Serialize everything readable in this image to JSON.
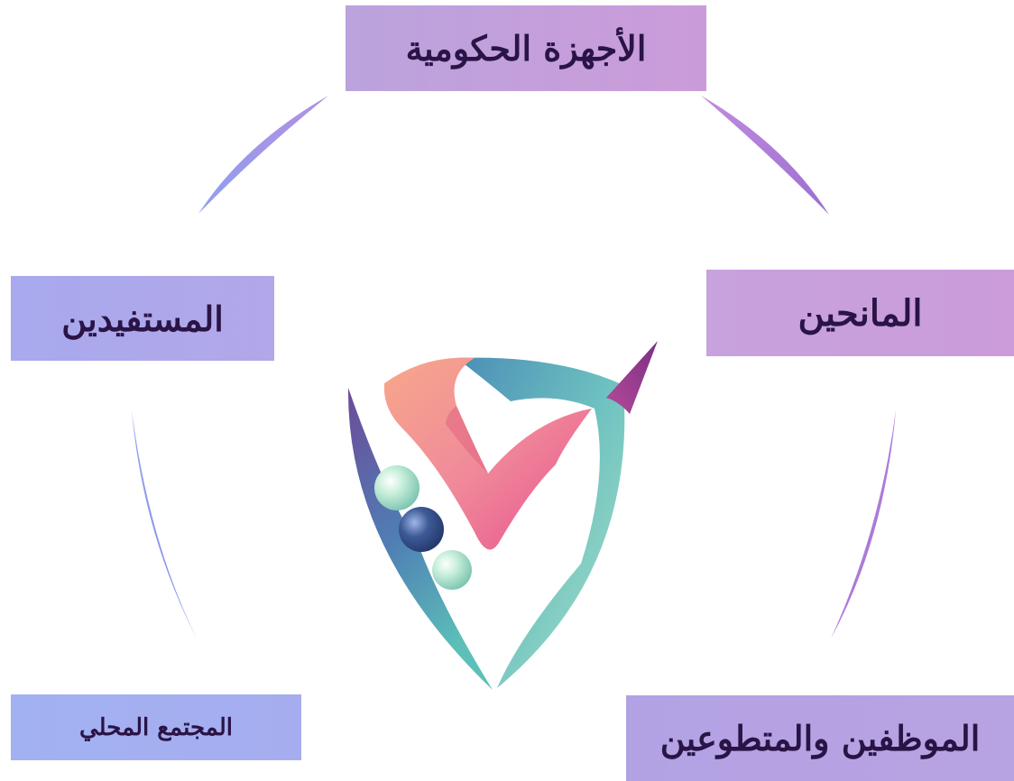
{
  "nodes": {
    "government": "الأجهزة الحكومية",
    "grantors": "المانحين",
    "beneficiaries": "المستفيدين",
    "community": "المجتمع المحلي",
    "staff_volunteers": "الموظفين والمتطوعين"
  },
  "colors": {
    "arc_purple": "#b07fd6",
    "arc_blue": "#8f9cf0",
    "box_purple": "#c79ddb",
    "box_blue": "#a6acef",
    "logo_pink": "#ee5d92",
    "logo_peach": "#f6a98a",
    "logo_teal": "#63bfc4",
    "logo_mint": "#9fdcc6",
    "logo_navy": "#3d5a97",
    "logo_plum": "#7c3f8c"
  }
}
